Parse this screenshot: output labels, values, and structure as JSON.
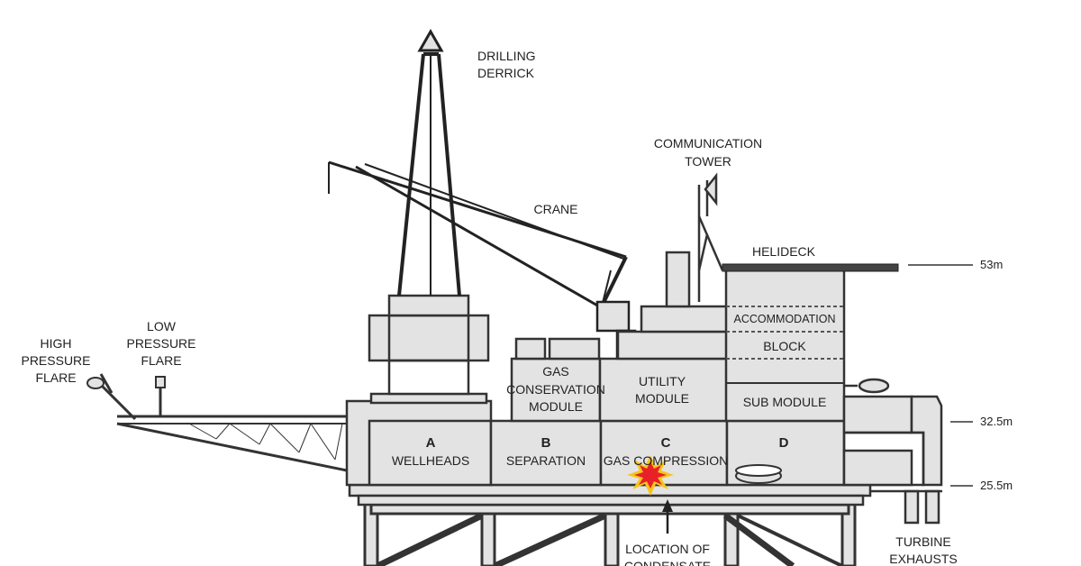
{
  "labels": {
    "derrick": [
      "DRILLING",
      "DERRICK"
    ],
    "comm_tower": [
      "COMMUNICATION",
      "TOWER"
    ],
    "crane": "CRANE",
    "helideck": "HELIDECK",
    "hp_flare": [
      "HIGH",
      "PRESSURE",
      "FLARE"
    ],
    "lp_flare": [
      "LOW",
      "PRESSURE",
      "FLARE"
    ],
    "gas_conservation": [
      "GAS",
      "CONSERVATION",
      "MODULE"
    ],
    "utility": [
      "UTILITY",
      "MODULE"
    ],
    "accommodation": "ACCOMMODATION",
    "block": "BLOCK",
    "sub_module": "SUB MODULE",
    "turbine": [
      "TURBINE",
      "EXHAUSTS"
    ],
    "condensate": [
      "LOCATION OF",
      "CONDENSATE"
    ]
  },
  "modules": [
    {
      "letter": "A",
      "name": "WELLHEADS"
    },
    {
      "letter": "B",
      "name": "SEPARATION"
    },
    {
      "letter": "C",
      "name": "GAS COMPRESSION"
    },
    {
      "letter": "D",
      "name": ""
    }
  ],
  "levels": [
    "53m",
    "32.5m",
    "25.5m"
  ],
  "colors": {
    "module_fill": "#e3e3e3",
    "outline": "#333333",
    "explosion_outer": "#f5c518",
    "explosion_inner": "#e8202a"
  }
}
